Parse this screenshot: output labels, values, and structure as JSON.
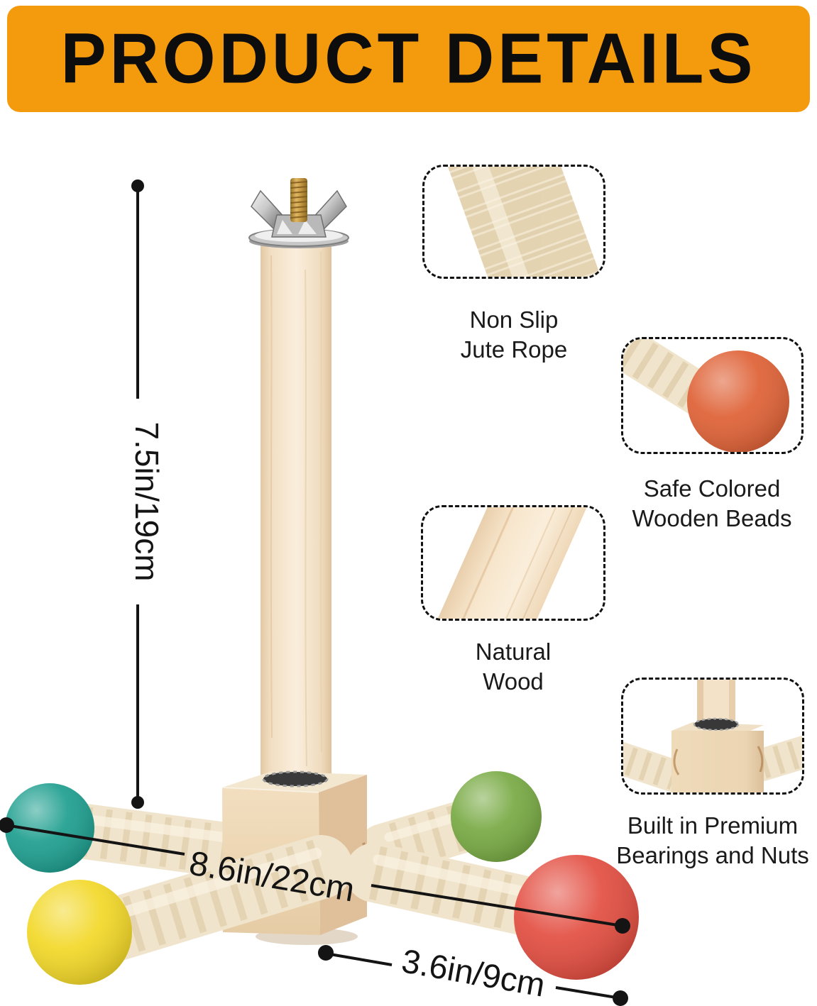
{
  "header": {
    "title": "PRODUCT DETAILS"
  },
  "measurements": {
    "height": "7.5in/19cm",
    "arm_length": "8.6in/22cm",
    "base_width": "3.6in/9cm"
  },
  "callouts": [
    {
      "line1": "Non Slip",
      "line2": "Jute Rope"
    },
    {
      "line1": "Safe Colored",
      "line2": "Wooden Beads"
    },
    {
      "line1": "Natural",
      "line2": "Wood"
    },
    {
      "line1": "Built in Premium",
      "line2": "Bearings and Nuts"
    }
  ],
  "colors": {
    "banner_orange": "#F49A0D",
    "title_text": "#0D0D0D",
    "annotation_text": "#141414",
    "rope_cream": "#F0E5CC",
    "rope_shadow": "#DCC7A0",
    "wood_light": "#F5E6CC",
    "bead_teal": "#189C8C",
    "bead_yellow": "#F2D722",
    "bead_green": "#74A73E",
    "bead_red": "#E2493C",
    "bead_orange_callout": "#DE5F33"
  }
}
